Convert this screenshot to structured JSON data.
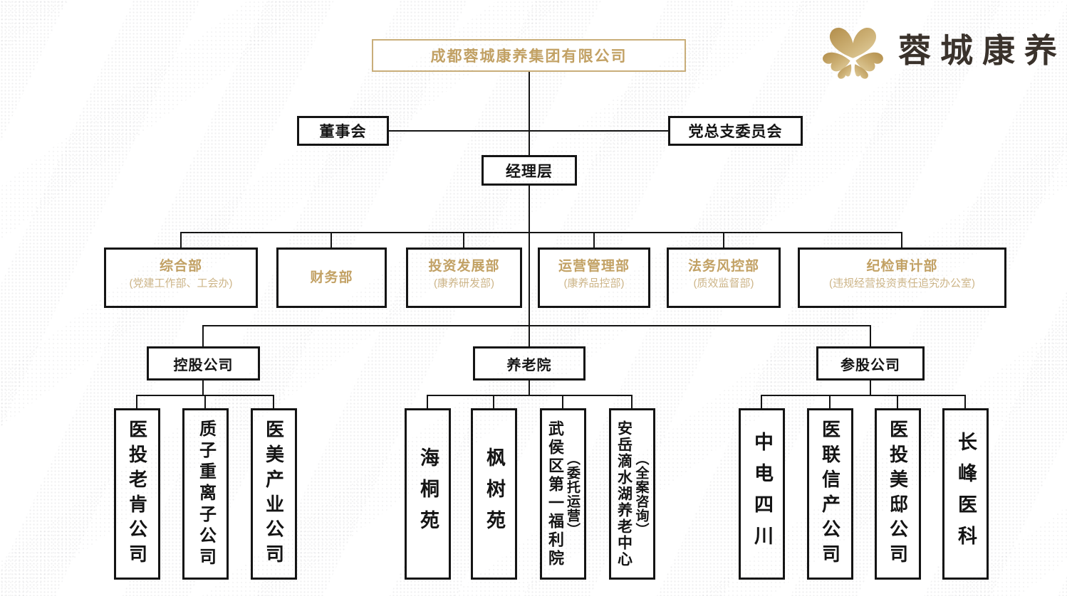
{
  "logo": {
    "brand_text": "蓉城康养",
    "icon": "flower-icon"
  },
  "colors": {
    "gold": "#c2a164",
    "gold_light": "#cdb588",
    "gold_border": "#c9ae7a",
    "ink": "#141414",
    "brand_ink": "#3a322b"
  },
  "org": {
    "root": "成都蓉城康养集团有限公司",
    "board": "董事会",
    "party_committee": "党总支委员会",
    "management": "经理层",
    "departments": [
      {
        "title": "综合部",
        "note": "(党建工作部、工会办)"
      },
      {
        "title": "财务部",
        "note": ""
      },
      {
        "title": "投资发展部",
        "note": "(康养研发部)"
      },
      {
        "title": "运营管理部",
        "note": "(康养品控部)"
      },
      {
        "title": "法务风控部",
        "note": "(质效监督部)"
      },
      {
        "title": "纪检审计部",
        "note": "(违规经营投资责任追究办公室)"
      }
    ],
    "groups": [
      {
        "label": "控股公司",
        "children": [
          {
            "name": "医投老肯公司"
          },
          {
            "name": "质子重离子公司"
          },
          {
            "name": "医美产业公司"
          }
        ]
      },
      {
        "label": "养老院",
        "children": [
          {
            "name": "海桐苑"
          },
          {
            "name": "枫树苑"
          },
          {
            "name": "武侯区第一福利院",
            "note": "（委托运营）"
          },
          {
            "name": "安岳滴水湖养老中心",
            "note": "（全案咨询）"
          }
        ]
      },
      {
        "label": "参股公司",
        "children": [
          {
            "name": "中电四川"
          },
          {
            "name": "医联信产公司"
          },
          {
            "name": "医投美邸公司"
          },
          {
            "name": "长峰医科"
          }
        ]
      }
    ]
  }
}
